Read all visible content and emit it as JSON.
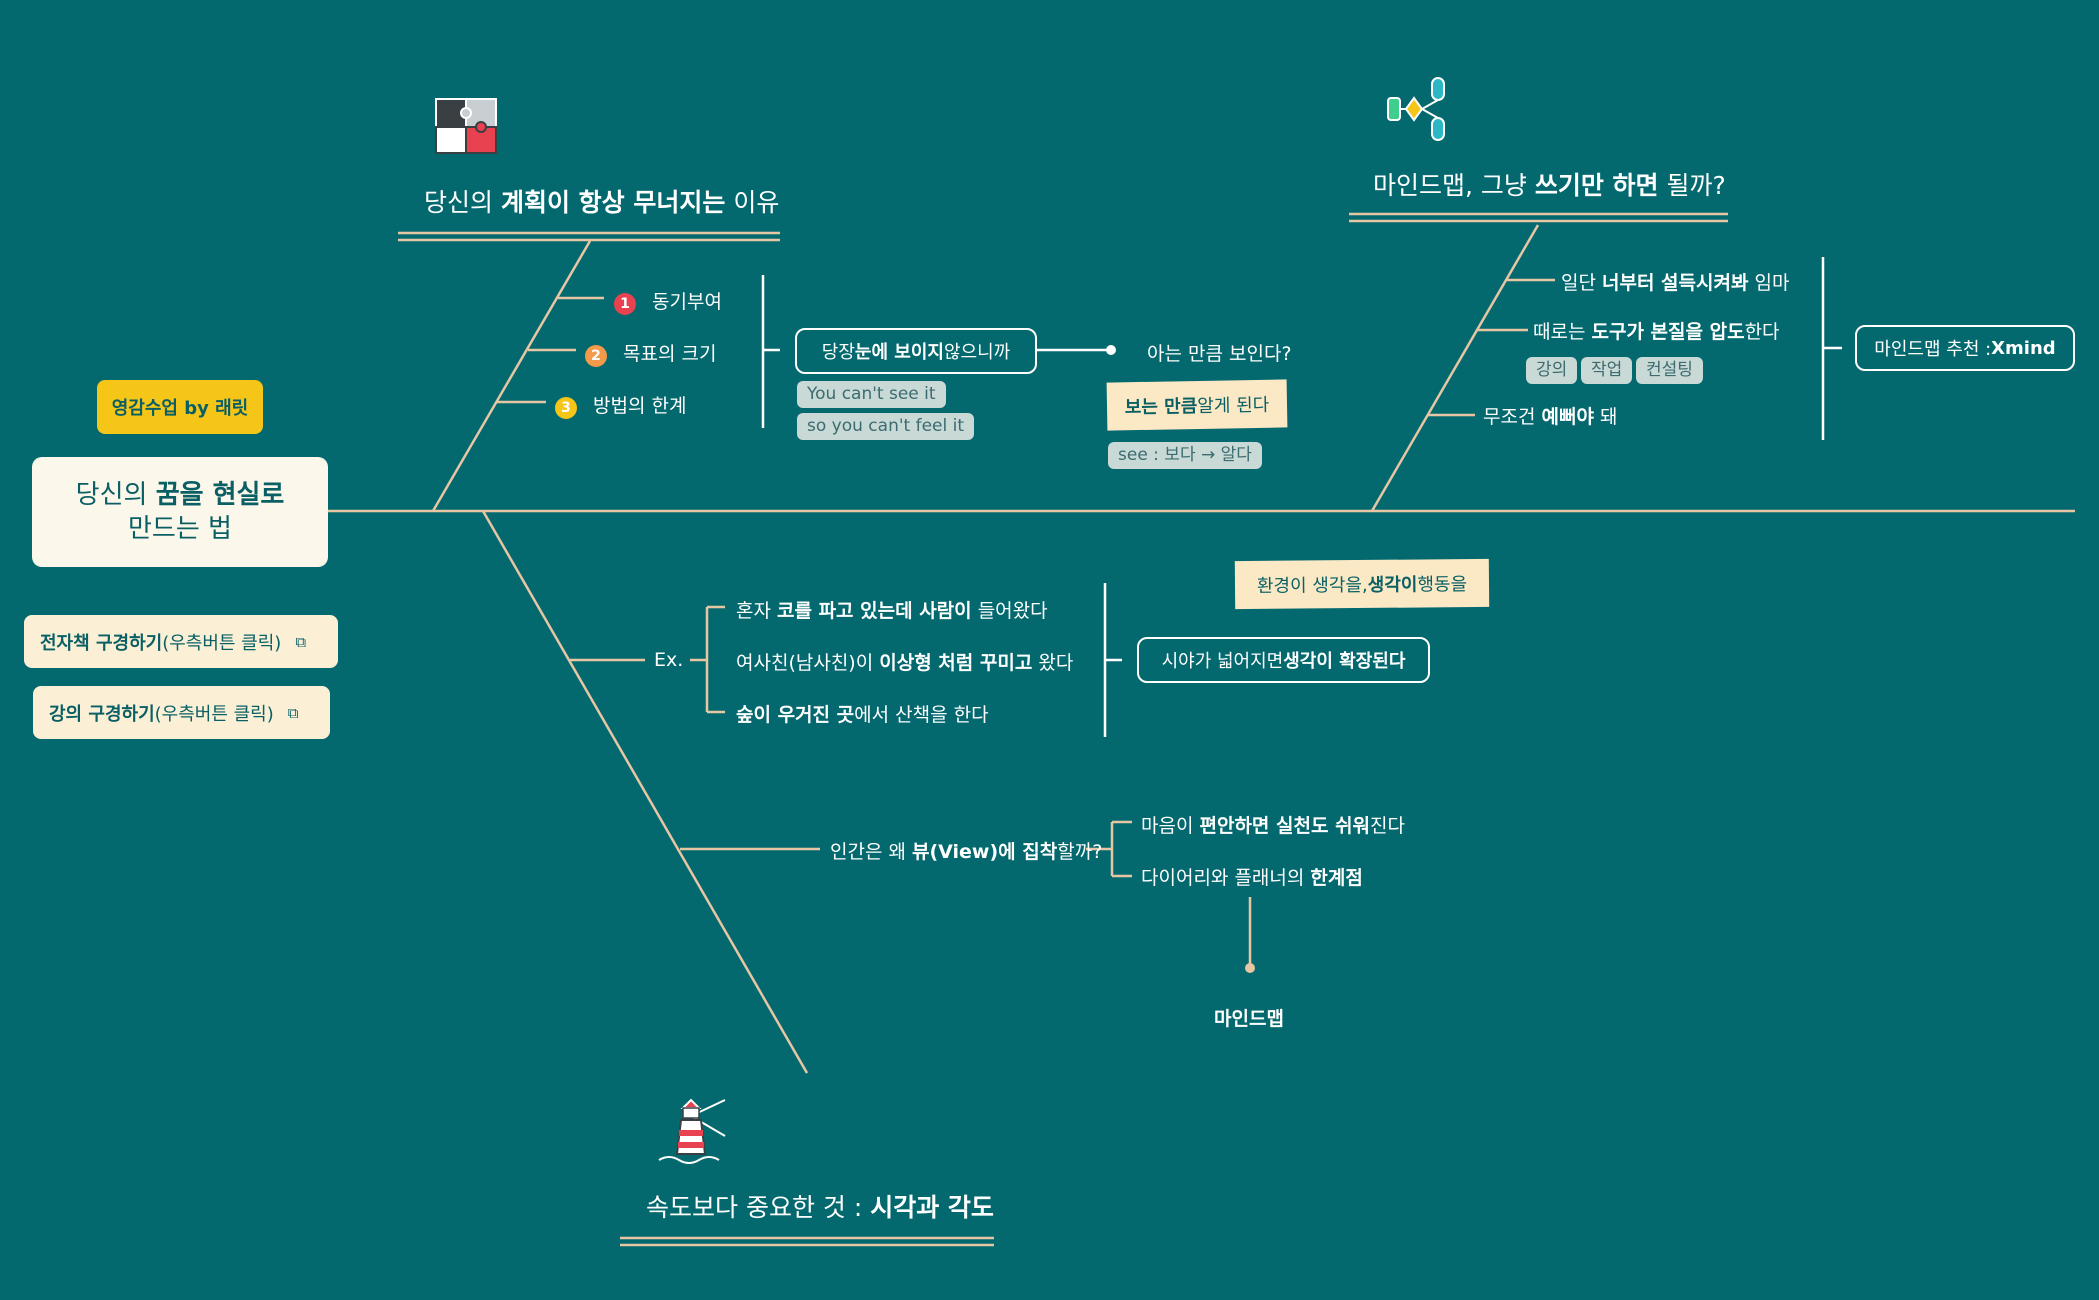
{
  "central": {
    "line1_a": "당신의 ",
    "line1_b": "꿈을 현실로",
    "line2": "만드는 법"
  },
  "tag": "영감수업 by 래릿",
  "links": [
    {
      "bold": "전자책 구경하기",
      "rest": " (우측버튼 클릭)"
    },
    {
      "bold": "강의 구경하기",
      "rest": " (우측버튼 클릭)"
    }
  ],
  "branch1": {
    "title_a": "당신의 ",
    "title_b": "계획이 항상 무너지는",
    "title_c": " 이유",
    "items": [
      {
        "num": "1",
        "color": "#e8414f",
        "label": "동기부여"
      },
      {
        "num": "2",
        "color": "#f39a4b",
        "label": "목표의 크기"
      },
      {
        "num": "3",
        "color": "#f5c518",
        "label": "방법의 한계"
      }
    ],
    "box_a": "당장 ",
    "box_b": "눈에 보이지",
    "box_c": " 않으니까",
    "pills": [
      "You can't see it",
      "so you can't feel it"
    ],
    "q": "아는 만큼 보인다?",
    "sticky_a": "보는 만큼",
    "sticky_b": " 알게 된다",
    "see": "see : 보다 → 알다"
  },
  "branch2": {
    "title_a": "마인드맵, 그냥 ",
    "title_b": "쓰기만 하면",
    "title_c": " 될까?",
    "item1_a": "일단 ",
    "item1_b": "너부터 설득시켜봐",
    "item1_c": " 임마",
    "item2_a": "때로는 ",
    "item2_b": "도구가 본질을 압도",
    "item2_c": "한다",
    "tags": [
      "강의",
      "작업",
      "컨설팅"
    ],
    "item3_a": "무조건 ",
    "item3_b": "예뻐야",
    "item3_c": " 돼",
    "box_a": "마인드맵 추천 : ",
    "box_b": "Xmind"
  },
  "branch3": {
    "ex": "Ex.",
    "e1_a": "혼자 ",
    "e1_b": "코를 파고 있는데 사람이",
    "e1_c": " 들어왔다",
    "e2_a": "여사친(남사친)이 ",
    "e2_b": "이상형 처럼 꾸미고",
    "e2_c": " 왔다",
    "e3_a": "숲이 우거진 곳",
    "e3_b": "에서 산책을 한다",
    "sticky_a": "환경이 생각을, ",
    "sticky_b": "생각이",
    "sticky_c": " 행동을",
    "box_a": "시야가 넓어지면 ",
    "box_b": "생각이 확장된다",
    "q_a": "인간은 왜 ",
    "q_b": "뷰(View)에 집착",
    "q_c": "할까?",
    "r1_a": "마음이 ",
    "r1_b": "편안하면 실천도 쉬워",
    "r1_c": "진다",
    "r2_a": "다이어리와 플래너의 ",
    "r2_b": "한계점",
    "mind": "마인드맵",
    "title_a": "속도보다 중요한 것 : ",
    "title_b": "시각과 각도"
  },
  "colors": {
    "bg": "#04696f",
    "line": "#e7c6a4",
    "cream": "#fbf7ea",
    "yellow": "#f5c518",
    "red": "#e8414f",
    "orange": "#f39a4b"
  }
}
